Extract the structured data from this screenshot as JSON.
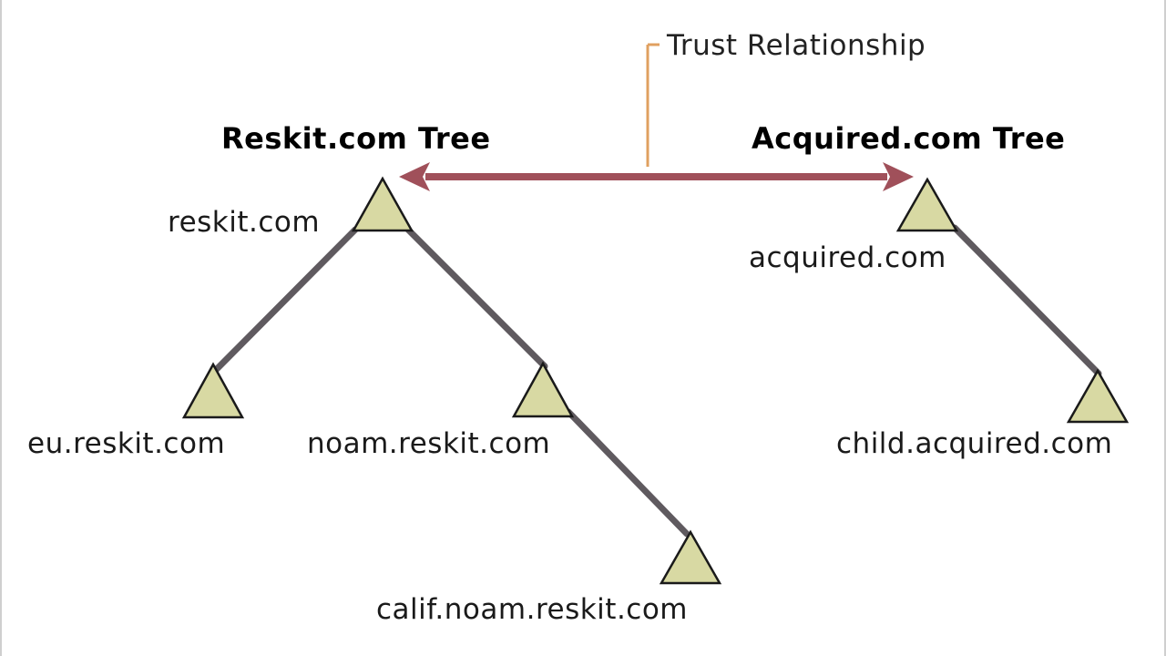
{
  "diagram": {
    "trust_label": "Trust Relationship",
    "trees": [
      {
        "title": "Reskit.com Tree"
      },
      {
        "title": "Acquired.com Tree"
      }
    ],
    "nodes": [
      {
        "id": "reskit",
        "label": "reskit.com"
      },
      {
        "id": "eu",
        "label": "eu.reskit.com"
      },
      {
        "id": "noam",
        "label": "noam.reskit.com"
      },
      {
        "id": "calif",
        "label": "calif.noam.reskit.com"
      },
      {
        "id": "acquired",
        "label": "acquired.com"
      },
      {
        "id": "child",
        "label": "child.acquired.com"
      }
    ],
    "edges": [
      [
        "reskit",
        "eu"
      ],
      [
        "reskit",
        "noam"
      ],
      [
        "noam",
        "calif"
      ],
      [
        "acquired",
        "child"
      ]
    ],
    "colors": {
      "node_fill": "#d8d9a3",
      "node_stroke": "#1a1a1a",
      "edge": "#5f5a5f",
      "trust_arrow": "#a0505a",
      "callout": "#e0a060"
    }
  }
}
